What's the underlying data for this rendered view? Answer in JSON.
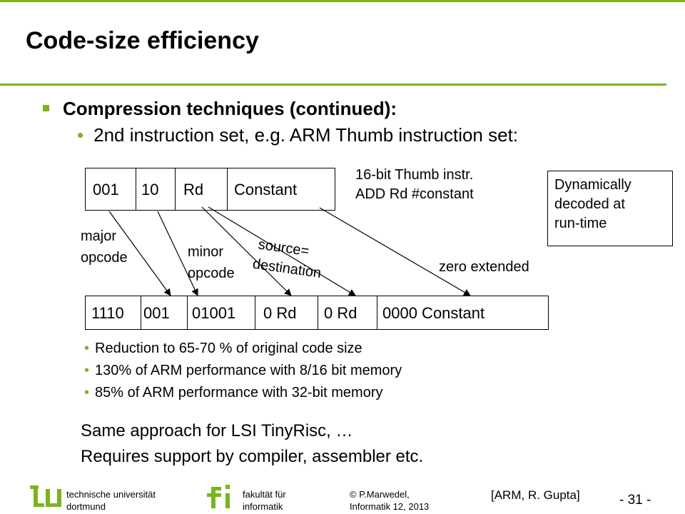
{
  "slide": {
    "title": "Code-size efficiency",
    "bullet_main": "Compression techniques (continued):",
    "bullet_sub": "2nd instruction set, e.g. ARM Thumb instruction set:"
  },
  "thumb_instr": {
    "fields": [
      "001",
      "10",
      "Rd",
      "Constant"
    ],
    "caption_line1": "16-bit Thumb instr.",
    "caption_line2": "ADD Rd #constant"
  },
  "decode_box": [
    "Dynamically",
    "decoded at",
    "run-time"
  ],
  "labels": {
    "major": [
      "major",
      "opcode"
    ],
    "minor": [
      "minor",
      "opcode"
    ],
    "source": [
      "source=",
      "destination"
    ],
    "zero_extended": "zero extended"
  },
  "arm_instr": {
    "fields": [
      "1110",
      "001",
      "01001",
      "0 Rd",
      "0 Rd",
      "0000 Constant"
    ]
  },
  "results": [
    "Reduction to 65-70 % of original code size",
    "130% of ARM performance with 8/16 bit memory",
    "85% of ARM performance with 32-bit memory"
  ],
  "closing": [
    "Same approach for LSI TinyRisc, …",
    "Requires support by compiler, assembler etc."
  ],
  "footer": {
    "uni_line1": "technische universität",
    "uni_line2": "dortmund",
    "fac_line1": "fakultät für",
    "fac_line2": "informatik",
    "author_line1": "© P.Marwedel,",
    "author_line2": "Informatik 12,  2013",
    "source": "[ARM, R. Gupta]",
    "page": "- 31 -"
  },
  "colors": {
    "accent": "#7ab51d"
  }
}
